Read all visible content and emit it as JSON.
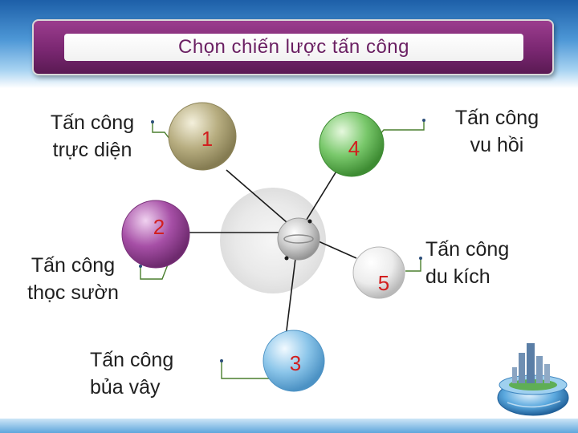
{
  "title": "Chọn chiến lược tấn công",
  "nodes": [
    {
      "id": "1",
      "number": "1",
      "label_lines": [
        "Tấn công",
        "trực diện"
      ],
      "color": "#b7ad80"
    },
    {
      "id": "2",
      "number": "2",
      "label_lines": [
        "Tấn công",
        "thọc sườn"
      ],
      "color": "#a64fa6"
    },
    {
      "id": "3",
      "number": "3",
      "label_lines": [
        "Tấn công",
        "bủa vây"
      ],
      "color": "#8cc6ea"
    },
    {
      "id": "4",
      "number": "4",
      "label_lines": [
        "Tấn công",
        "vu hồi"
      ],
      "color": "#79c86b"
    },
    {
      "id": "5",
      "number": "5",
      "label_lines": [
        "Tấn công",
        "du kích"
      ],
      "color": "#ececec"
    }
  ],
  "colors": {
    "title_frame": "#7a2771",
    "title_text": "#6a1f62",
    "number_text": "#d21f1f",
    "connector": "#1a1a1a",
    "bracket": "#4a7f2e"
  },
  "icons": {
    "hub": "hub-sphere-icon",
    "globe": "city-globe-icon"
  }
}
